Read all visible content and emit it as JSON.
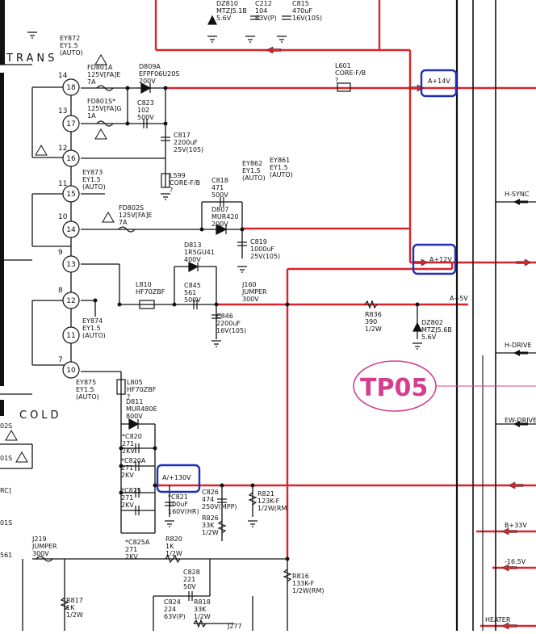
{
  "colors": {
    "wire": "#111111",
    "supply": "#d8252c",
    "highlight": "#1f2fb8",
    "testpoint": "#d33f8e"
  },
  "transformer": {
    "title": "TRANS",
    "cold_label": "COLD",
    "pins": [
      "14",
      "13",
      "12",
      "11",
      "10",
      "9",
      "8",
      "7"
    ],
    "taps": [
      "18",
      "17",
      "16",
      "15",
      "14",
      "13",
      "12",
      "11",
      "10"
    ]
  },
  "labels": {
    "dz810": [
      "DZ810",
      "MTZJ5.1B",
      "5.6V"
    ],
    "c212": [
      "C212",
      "104",
      "63V(P)"
    ],
    "c815": [
      "C815",
      "470uF",
      "16V(105)"
    ],
    "ey872": [
      "EY872",
      "EY1.5",
      "(AUTO)"
    ],
    "fd801a": [
      "FD801A",
      "125V[FA]E",
      "7A"
    ],
    "d809a": [
      "D809A",
      "EFPF06U20S",
      "200V"
    ],
    "l601": [
      "L601",
      "CORE-F/B",
      "?"
    ],
    "fd801s": [
      "FD801S*",
      "125V[FA]G",
      "1A"
    ],
    "c823": [
      "C823",
      "102",
      "500V"
    ],
    "c817": [
      "C817",
      "2200uF",
      "25V(105)"
    ],
    "ey873": [
      "EY873",
      "EY1.5",
      "(AUTO)"
    ],
    "l599": [
      "L599",
      "CORE-F/B",
      "?"
    ],
    "c818": [
      "C818",
      "471",
      "500V"
    ],
    "ey862": [
      "EY862",
      "EY1.5",
      "(AUTO)"
    ],
    "ey861": [
      "EY861",
      "EY1.5",
      "(AUTO)"
    ],
    "fd802s": [
      "FD802S",
      "125V[FA]E",
      "7A"
    ],
    "d807": [
      "D807",
      "MUR420",
      "200V"
    ],
    "c819": [
      "C819",
      "1000uF",
      "25V(105)"
    ],
    "d813": [
      "D813",
      "1R5GU41",
      "400V"
    ],
    "l810": [
      "L810",
      "HF70ZBF"
    ],
    "c845": [
      "C845",
      "561",
      "500V"
    ],
    "j160": [
      "J160",
      "JUMPER",
      "300V"
    ],
    "c846": [
      "C846",
      "2200uF",
      "16V(105)"
    ],
    "r836": [
      "R836",
      "390",
      "1/2W"
    ],
    "dz802": [
      "DZ802",
      "MTZJ5.6B",
      "5.6V"
    ],
    "ey874": [
      "EY874",
      "EY1.5",
      "(AUTO)"
    ],
    "ey875": [
      "EY875",
      "EY1.5",
      "(AUTO)"
    ],
    "l805": [
      "L805",
      "HF70ZBF",
      "?"
    ],
    "d811": [
      "D811",
      "MUR480E",
      "800V"
    ],
    "c820": [
      "*C820",
      "271",
      "2KV"
    ],
    "c820a": [
      "*C820A",
      "271",
      "2KV"
    ],
    "c825": [
      "*C825",
      "271",
      "2KV"
    ],
    "c825a": [
      "*C825A",
      "271",
      "2KV"
    ],
    "c821": [
      "*C821",
      "100uF",
      "160V(HR)"
    ],
    "c826": [
      "C826",
      "474",
      "250V(MPP)"
    ],
    "r821": [
      "R821",
      "123K-F",
      "1/2W(RM"
    ],
    "r826": [
      "R826",
      "33K",
      "1/2W"
    ],
    "j219": [
      "J219",
      "JUMPER",
      "300V"
    ],
    "r820": [
      "R820",
      "1K",
      "1/2W"
    ],
    "c828": [
      "C828",
      "221",
      "50V"
    ],
    "r816": [
      "R816",
      "133K-F",
      "1/2W(RM)"
    ],
    "c824": [
      "C824",
      "224",
      "63V(P)"
    ],
    "r818": [
      "R818",
      "33K",
      "1/2W"
    ],
    "r817": [
      "R817",
      "1K",
      "1/2W"
    ],
    "j277": [
      "J277"
    ],
    "left_frag": [
      "02S",
      "01S",
      "RC]",
      "01S",
      "561"
    ]
  },
  "supply_labels": {
    "a14": "A+14V",
    "a12": "A+12V",
    "a5": "A+5V",
    "a130": "A/+130V"
  },
  "connectors": {
    "hsync": "H-SYNC",
    "hdrive": "H-DRIVE",
    "ewdrive": "EW-DRIVE",
    "b33": "B+33V",
    "n165": "-16.5V",
    "heater": "HEATER"
  },
  "test_point": "TP05"
}
